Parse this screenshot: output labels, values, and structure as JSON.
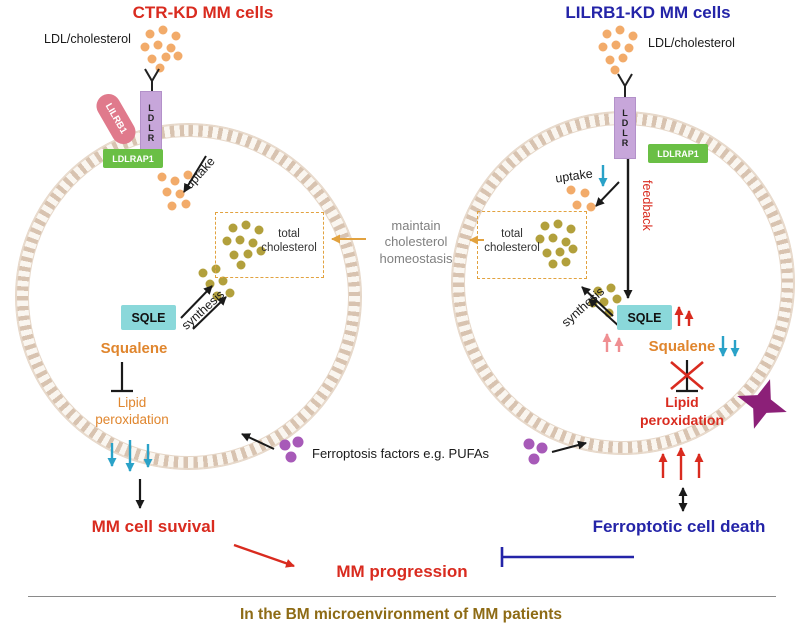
{
  "left_cell": {
    "title": "CTR-KD MM cells",
    "ldl_label": "LDL/cholesterol",
    "receptors": {
      "lilrb1": "LILRB1",
      "ldlr": "LDLR",
      "ldlrap1": "LDLRAP1"
    },
    "uptake_label": "uptake",
    "total_cholesterol_label": "total cholesterol",
    "sqle_label": "SQLE",
    "synthesis_label": "synthesis",
    "squalene_label": "Squalene",
    "lipid_peroxidation_label": "Lipid peroxidation",
    "outcome_label": "MM cell suvival"
  },
  "right_cell": {
    "title": "LILRB1-KD MM cells",
    "ldl_label": "LDL/cholesterol",
    "receptors": {
      "ldlr": "LDLR",
      "ldlrap1": "LDLRAP1"
    },
    "uptake_label": "uptake",
    "feedback_label": "feedback",
    "total_cholesterol_label": "total cholesterol",
    "sqle_label": "SQLE",
    "synthesis_label": "synthesis",
    "squalene_label": "Squalene",
    "lipid_peroxidation_label": "Lipid peroxidation",
    "outcome_label": "Ferroptotic cell death"
  },
  "center": {
    "homeostasis_label": "maintain cholesterol homeostasis",
    "ferroptosis_factors_label": "Ferroptosis factors e.g. PUFAs",
    "progression_label": "MM progression"
  },
  "footer": {
    "caption": "In the BM microenvironment of MM patients"
  },
  "colors": {
    "red": "#d92b1f",
    "navy": "#2424a8",
    "orange_text": "#e0862e",
    "orange_dot": "#f2ab6a",
    "olive_dot": "#b2a03c",
    "purple_dot": "#a75ab8",
    "cyan_arrow": "#2aa2c8",
    "pink_arrow": "#ef8f92",
    "membrane": "#d8c3b0",
    "rose_box": "#e07a8c",
    "purple_box": "#c7a6da",
    "green_box": "#6abf45",
    "cyan_box": "#8ad8da",
    "dashed_border": "#e2a23f",
    "gray_text": "#808080",
    "gold_text": "#8e6b15",
    "burst": "#8c2078"
  }
}
